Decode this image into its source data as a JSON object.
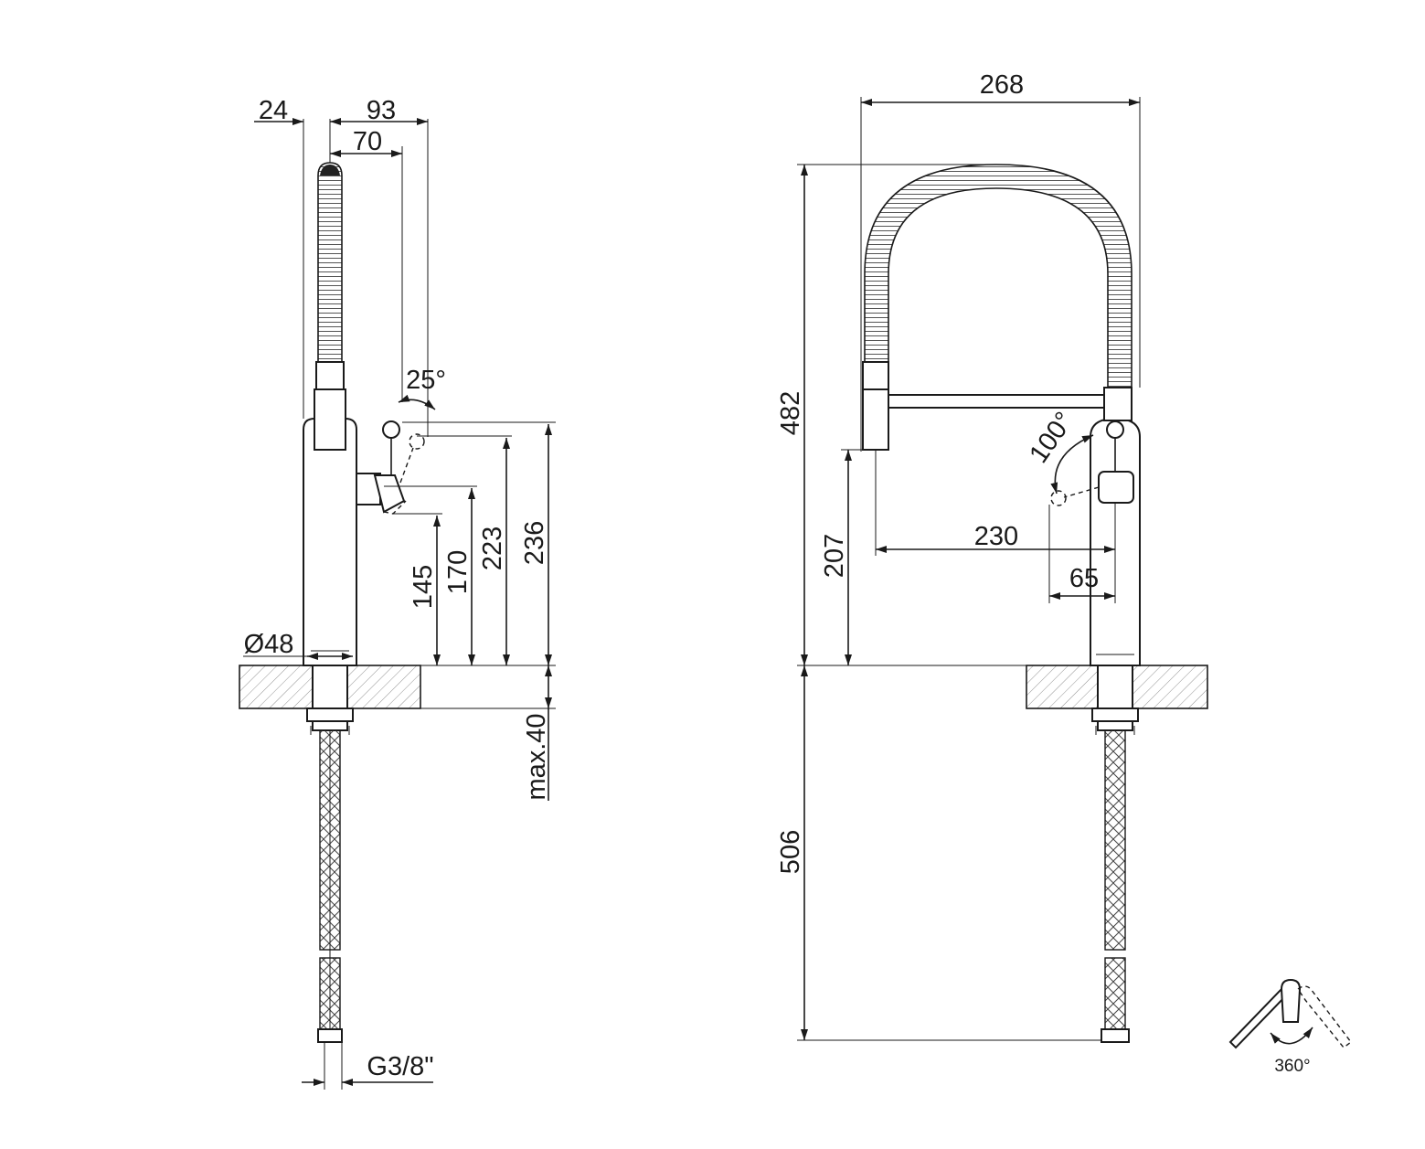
{
  "drawing": {
    "side_view": {
      "dims": {
        "spout_offset": "24",
        "depth_total": "93",
        "depth_lever": "70",
        "lever_angle": "25°",
        "height_outlet": "145",
        "height_lever_pivot": "170",
        "height_lever": "223",
        "height_total": "236",
        "base_diameter": "Ø48",
        "deck_thickness": "max.40",
        "connection": "G3/8\""
      }
    },
    "front_view": {
      "dims": {
        "width_total": "268",
        "height_total": "482",
        "height_spout": "207",
        "reach": "230",
        "lever_reach": "65",
        "lever_angle": "100°",
        "hose_length": "506"
      }
    },
    "rotation_icon": {
      "label": "360°"
    }
  }
}
